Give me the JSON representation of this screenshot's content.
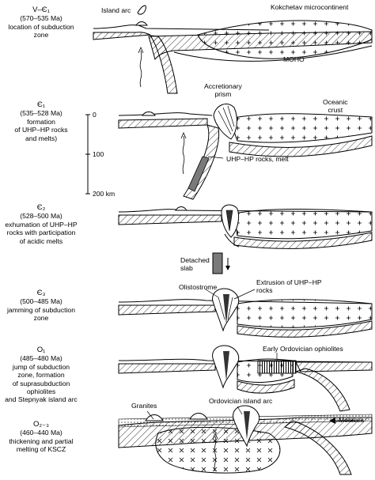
{
  "stages": [
    {
      "code": "V–Є₁",
      "ages": "(570–535 Ma)",
      "lines": [
        "location of subduction",
        "zone"
      ]
    },
    {
      "code": "Є₁",
      "ages": "(535–528 Ma)",
      "lines": [
        "formation",
        "of UHP–HP rocks",
        "and melts)"
      ]
    },
    {
      "code": "Є₂",
      "ages": "(528–500 Ma)",
      "lines": [
        "exhumation of UHP–HP",
        "rocks with participation",
        "of acidic melts"
      ]
    },
    {
      "code": "Є₃",
      "ages": "(500–485 Ma)",
      "lines": [
        "jamming of subduction",
        "zone"
      ]
    },
    {
      "code": "O₁",
      "ages": "(485–480 Ma)",
      "lines": [
        "jump of subduction",
        "zone, formation",
        "of suprasubduction",
        "ophiolites",
        "and Stepnyak island arc"
      ]
    },
    {
      "code": "O₂₋₃",
      "ages": "(460–440 Ma)",
      "lines": [
        "thickening and partial",
        "melting of KSCZ"
      ]
    }
  ],
  "labels": {
    "island_arc": "Island arc",
    "microcontinent": "Kokchetav microcontinent",
    "moho": "MOHO",
    "accretionary_prism": "Accretionary\nprism",
    "oceanic_crust": "Oceanic\ncrust",
    "uhp_rocks": "UHP–HP rocks, melt",
    "detached_slab": "Detached\nslab",
    "olistostrome": "Olistostrome",
    "extrusion": "Extrusion of UHP–HP\nrocks",
    "ophiolites": "Early Ordovician ophiolites",
    "granites": "Granites",
    "ordovician_arc": "Ordovician island arc",
    "molassa": "Molassa"
  },
  "depth_scale": {
    "ticks": [
      "0",
      "100",
      "200 km"
    ]
  }
}
